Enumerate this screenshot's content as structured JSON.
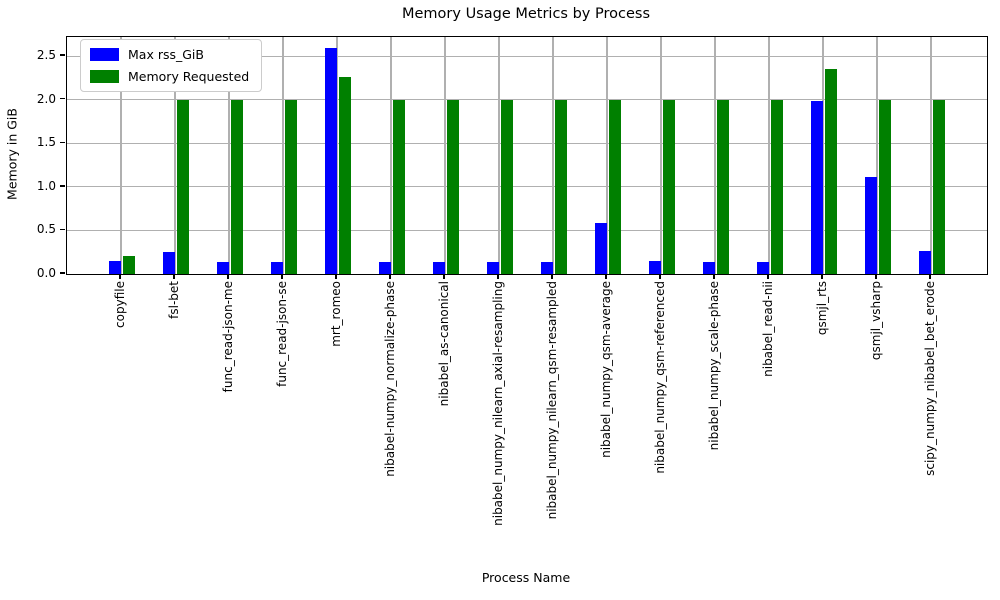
{
  "chart_data": {
    "type": "bar",
    "title": "Memory Usage Metrics by Process",
    "xlabel": "Process Name",
    "ylabel": "Memory in GiB",
    "categories": [
      "copyfile",
      "fsl-bet",
      "func_read-json-me",
      "func_read-json-se",
      "mrt_romeo",
      "nibabel-numpy_normalize-phase",
      "nibabel_as-canonical",
      "nibabel_numpy_nilearn_axial-resampling",
      "nibabel_numpy_nilearn_qsm-resampled",
      "nibabel_numpy_qsm-average",
      "nibabel_numpy_qsm-referenced",
      "nibabel_numpy_scale-phase",
      "nibabel_read-nii",
      "qsmjl_rts",
      "qsmjl_vsharp",
      "scipy_numpy_nibabel_bet_erode"
    ],
    "series": [
      {
        "name": "Max rss_GiB",
        "color": "#0000ff",
        "values": [
          0.15,
          0.25,
          0.14,
          0.14,
          2.59,
          0.14,
          0.14,
          0.14,
          0.14,
          0.58,
          0.15,
          0.14,
          0.14,
          1.98,
          1.11,
          0.26
        ]
      },
      {
        "name": "Memory Requested",
        "color": "#008000",
        "values": [
          0.21,
          2.0,
          2.0,
          2.0,
          2.26,
          2.0,
          2.0,
          2.0,
          2.0,
          2.0,
          2.0,
          2.0,
          2.0,
          2.35,
          2.0,
          2.0
        ]
      }
    ],
    "ylim": [
      0,
      2.72
    ],
    "yticks": [
      0.0,
      0.5,
      1.0,
      1.5,
      2.0,
      2.5
    ],
    "grid": true,
    "grid_color": "#b0b0b0",
    "legend_position": "upper left"
  }
}
